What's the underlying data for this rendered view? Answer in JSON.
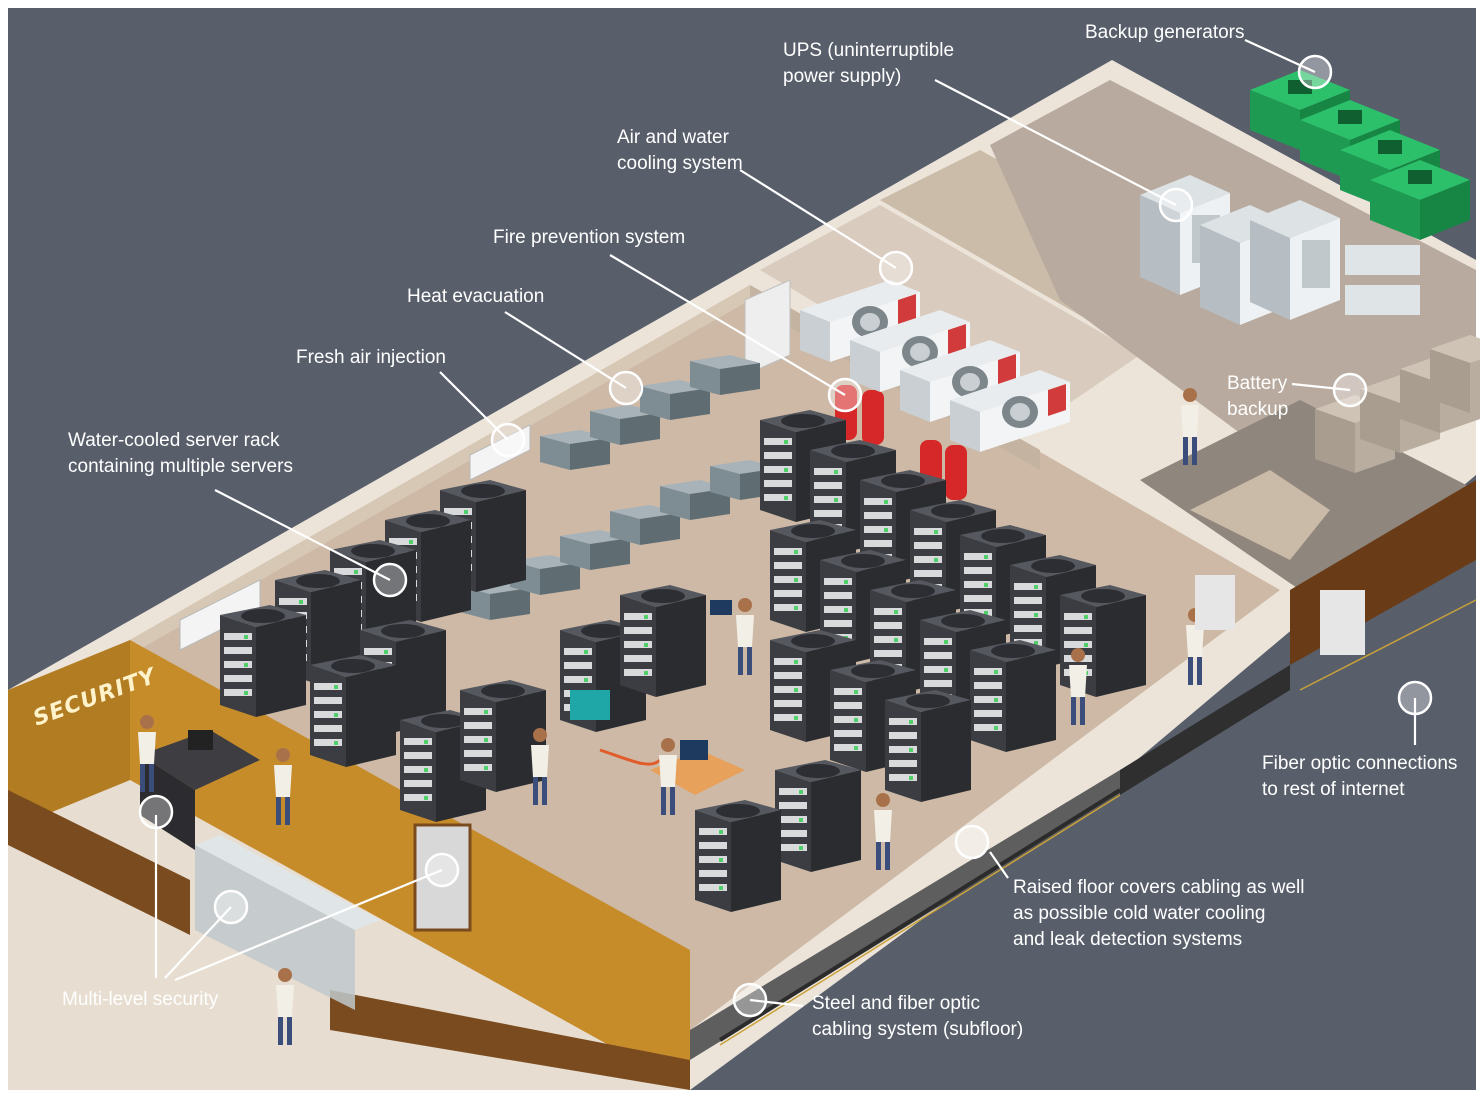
{
  "diagram": {
    "colors": {
      "background": "#585f6b",
      "floor": "#cdb9a6",
      "wall_top": "#f2ece4",
      "wall_side": "#d7c7b5",
      "security_wall": "#c68c2a",
      "rack": "#3b3d42",
      "duct": "#7e8d94",
      "generator": "#1f9a52",
      "extinguisher": "#d62828",
      "callout_line": "#ffffff"
    },
    "security_sign": "SECURITY",
    "labels": {
      "backup_generators": "Backup generators",
      "ups": [
        "UPS (uninterruptible",
        "power supply)"
      ],
      "air_water_cooling": [
        "Air and water",
        "cooling system"
      ],
      "fire_prevention": "Fire prevention system",
      "heat_evacuation": "Heat evacuation",
      "fresh_air": "Fresh air injection",
      "server_rack": [
        "Water-cooled server rack",
        "containing multiple servers"
      ],
      "battery": [
        "Battery",
        "backup"
      ],
      "fiber_optic": [
        "Fiber optic connections",
        "to rest of internet"
      ],
      "raised_floor": [
        "Raised floor covers cabling as well",
        "as possible cold water cooling",
        "and leak detection systems"
      ],
      "steel_fiber": [
        "Steel and fiber optic",
        "cabling system (subfloor)"
      ],
      "multi_security": "Multi-level security"
    }
  }
}
